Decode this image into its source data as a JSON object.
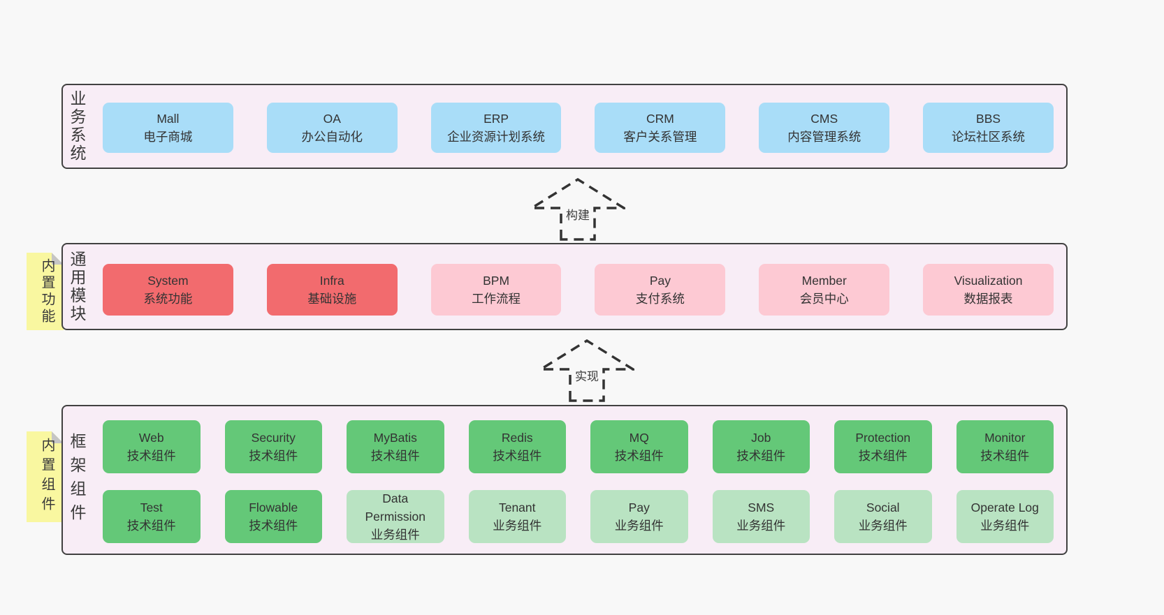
{
  "colors": {
    "page_bg": "#f8f8f8",
    "container_bg": "#f8edf6",
    "container_border": "#414141",
    "business_box": "#a9ddf8",
    "core_module_box": "#f26b6e",
    "module_box": "#fdc9d3",
    "tech_component_box": "#64c878",
    "biz_component_box": "#b9e3c2",
    "sticky_tab": "#f9f7a0",
    "fold": "#c5c5c5",
    "text": "#333333"
  },
  "arrows": [
    {
      "label": "构建",
      "direction": "up"
    },
    {
      "label": "实现",
      "direction": "up"
    }
  ],
  "sections": {
    "business": {
      "label": "业务系统",
      "items": [
        {
          "name": "Mall",
          "desc": "电子商城",
          "variant": "blue"
        },
        {
          "name": "OA",
          "desc": "办公自动化",
          "variant": "blue"
        },
        {
          "name": "ERP",
          "desc": "企业资源计划系统",
          "variant": "blue"
        },
        {
          "name": "CRM",
          "desc": "客户关系管理",
          "variant": "blue"
        },
        {
          "name": "CMS",
          "desc": "内容管理系统",
          "variant": "blue"
        },
        {
          "name": "BBS",
          "desc": "论坛社区系统",
          "variant": "blue"
        }
      ]
    },
    "modules": {
      "label": "通用模块",
      "tag": "内置功能",
      "items": [
        {
          "name": "System",
          "desc": "系统功能",
          "variant": "red"
        },
        {
          "name": "Infra",
          "desc": "基础设施",
          "variant": "red"
        },
        {
          "name": "BPM",
          "desc": "工作流程",
          "variant": "pink"
        },
        {
          "name": "Pay",
          "desc": "支付系统",
          "variant": "pink"
        },
        {
          "name": "Member",
          "desc": "会员中心",
          "variant": "pink"
        },
        {
          "name": "Visualization",
          "desc": "数据报表",
          "variant": "pink"
        }
      ]
    },
    "framework": {
      "label": "框架组件",
      "tag": "内置组件",
      "row1": [
        {
          "name": "Web",
          "desc": "技术组件",
          "variant": "green"
        },
        {
          "name": "Security",
          "desc": "技术组件",
          "variant": "green"
        },
        {
          "name": "MyBatis",
          "desc": "技术组件",
          "variant": "green"
        },
        {
          "name": "Redis",
          "desc": "技术组件",
          "variant": "green"
        },
        {
          "name": "MQ",
          "desc": "技术组件",
          "variant": "green"
        },
        {
          "name": "Job",
          "desc": "技术组件",
          "variant": "green"
        },
        {
          "name": "Protection",
          "desc": "技术组件",
          "variant": "green"
        },
        {
          "name": "Monitor",
          "desc": "技术组件",
          "variant": "green"
        }
      ],
      "row2": [
        {
          "name": "Test",
          "desc": "技术组件",
          "variant": "green"
        },
        {
          "name": "Flowable",
          "desc": "技术组件",
          "variant": "green"
        },
        {
          "name": "Data Permission",
          "desc": "业务组件",
          "variant": "lightgreen"
        },
        {
          "name": "Tenant",
          "desc": "业务组件",
          "variant": "lightgreen"
        },
        {
          "name": "Pay",
          "desc": "业务组件",
          "variant": "lightgreen"
        },
        {
          "name": "SMS",
          "desc": "业务组件",
          "variant": "lightgreen"
        },
        {
          "name": "Social",
          "desc": "业务组件",
          "variant": "lightgreen"
        },
        {
          "name": "Operate Log",
          "desc": "业务组件",
          "variant": "lightgreen"
        }
      ]
    }
  }
}
